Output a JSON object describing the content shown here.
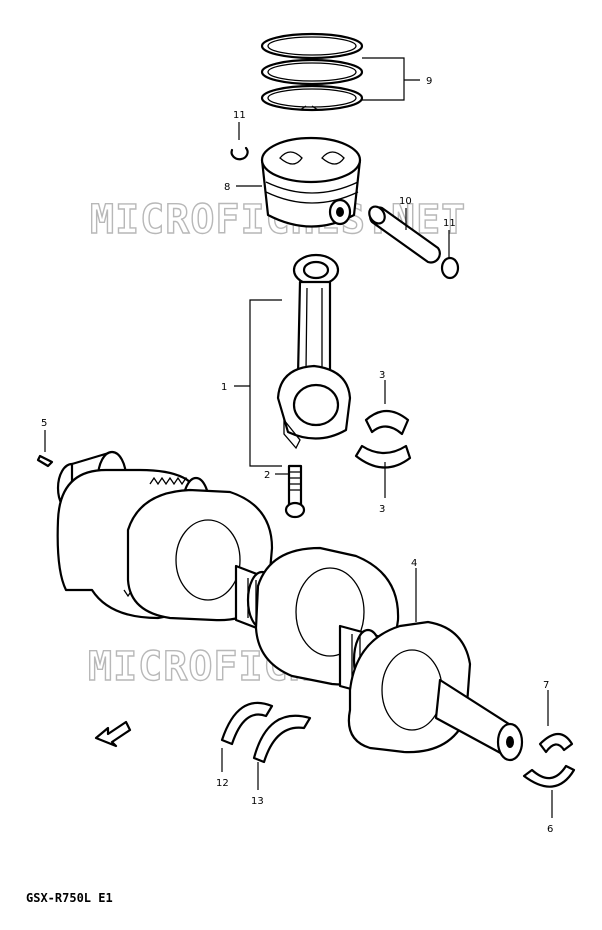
{
  "callouts": {
    "c1": "1",
    "c2": "2",
    "c3a": "3",
    "c3b": "3",
    "c4": "4",
    "c5": "5",
    "c6": "6",
    "c7": "7",
    "c8": "8",
    "c9": "9",
    "c10": "10",
    "c11a": "11",
    "c11b": "11",
    "c12": "12",
    "c13": "13"
  },
  "watermark": {
    "top": "MICROFICHES.NET",
    "bottom": "MICROFICHES.NET"
  },
  "footer": {
    "model_code": "GSX-R750L E1"
  }
}
